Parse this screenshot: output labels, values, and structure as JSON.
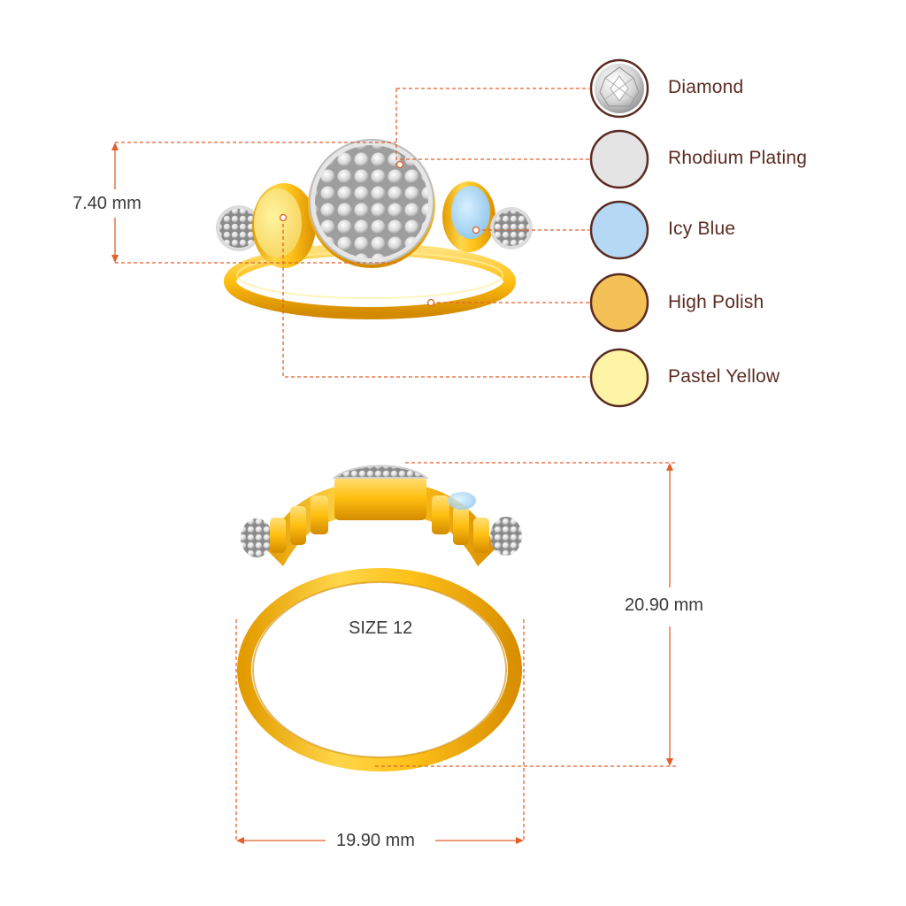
{
  "legend": [
    {
      "label": "Diamond",
      "color": "#e9e9e9",
      "icon": "diamond-icon"
    },
    {
      "label": "Rhodium Plating",
      "color": "#e4e4e4",
      "icon": "rhodium-swatch-icon"
    },
    {
      "label": "Icy Blue",
      "color": "#b5d8f5",
      "icon": "icy-blue-swatch-icon"
    },
    {
      "label": "High Polish",
      "color": "#f3c155",
      "icon": "high-polish-swatch-icon"
    },
    {
      "label": "Pastel Yellow",
      "color": "#fff4a6",
      "icon": "pastel-yellow-swatch-icon"
    }
  ],
  "dimensions": {
    "height": "7.40 mm",
    "ring_height": "20.90 mm",
    "ring_width": "19.90 mm"
  },
  "size_label": "SIZE 12",
  "colors": {
    "leader": "#e0602c",
    "swatch_border": "#5b2b22",
    "gold_light": "#ffd24a",
    "gold_dark": "#e0a100"
  }
}
